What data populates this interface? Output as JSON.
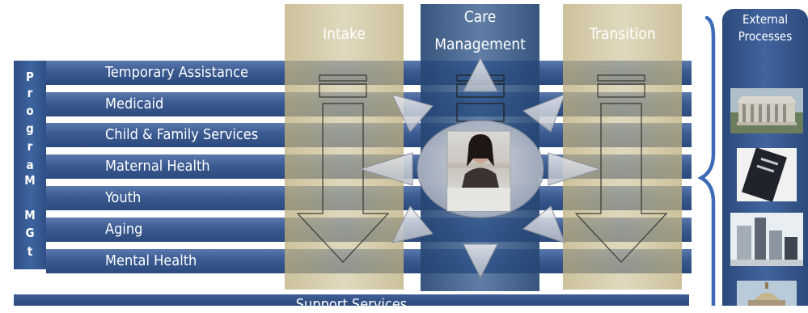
{
  "program_management": {
    "letters": [
      "P",
      "r",
      "o",
      "g",
      "r",
      "a",
      "M",
      "M",
      "G",
      "t"
    ]
  },
  "programs": [
    "Temporary Assistance",
    "Medicaid",
    "Child & Family Services",
    "Maternal Health",
    "Youth",
    "Aging",
    "Mental Health"
  ],
  "phases": {
    "intake": "Intake",
    "care_management_line1": "Care",
    "care_management_line2": "Management",
    "transition": "Transition"
  },
  "support_services": "Support Services",
  "external_processes": {
    "line1": "External",
    "line2": "Processes",
    "images": [
      "government-building-image",
      "document-image",
      "cityscape-image",
      "capitol-dome-image"
    ]
  },
  "colors": {
    "program_bar": "#3a5a91",
    "phase_tan": "#bfb080",
    "care_management_blue": "#264673",
    "arrow_fill": "#c9ccd3"
  }
}
